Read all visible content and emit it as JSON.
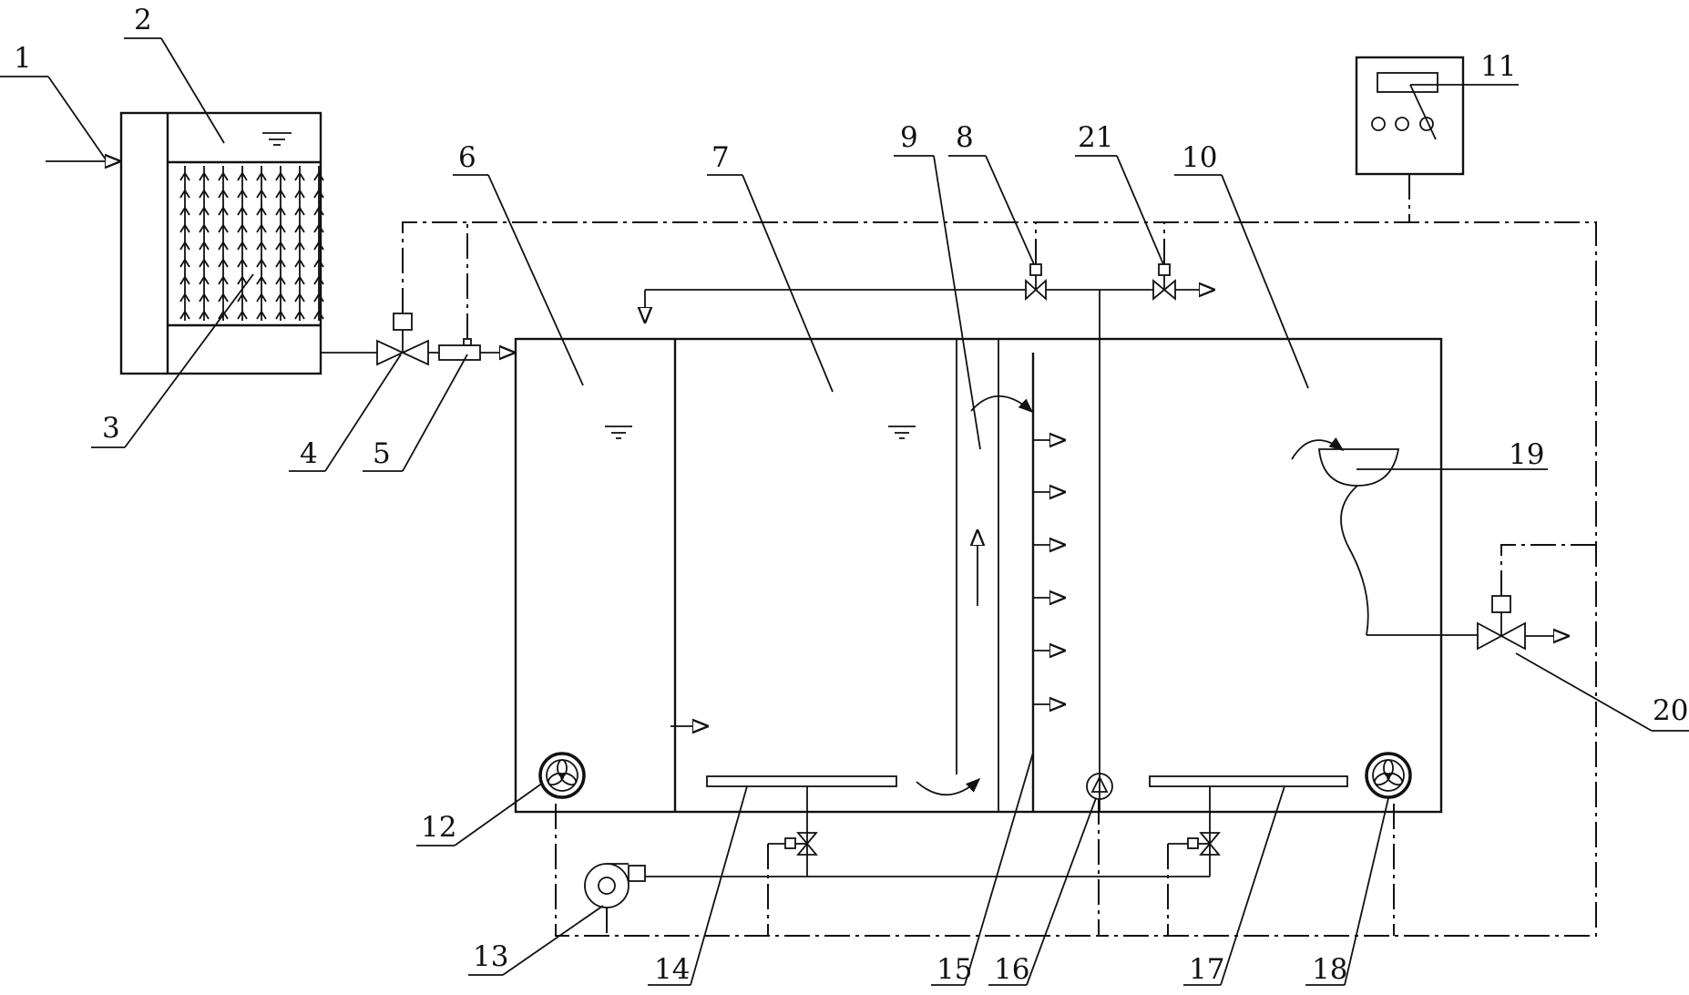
{
  "labels": {
    "l1": "1",
    "l2": "2",
    "l3": "3",
    "l4": "4",
    "l5": "5",
    "l6": "6",
    "l7": "7",
    "l8": "8",
    "l9": "9",
    "l10": "10",
    "l11": "11",
    "l12": "12",
    "l13": "13",
    "l14": "14",
    "l15": "15",
    "l16": "16",
    "l17": "17",
    "l18": "18",
    "l19": "19",
    "l20": "20",
    "l21": "21"
  },
  "icons": {
    "fan": "fan-icon",
    "pump": "circular-pump-icon",
    "blower": "blower-icon",
    "valve": "valve-icon",
    "water_level": "water-level-icon"
  }
}
